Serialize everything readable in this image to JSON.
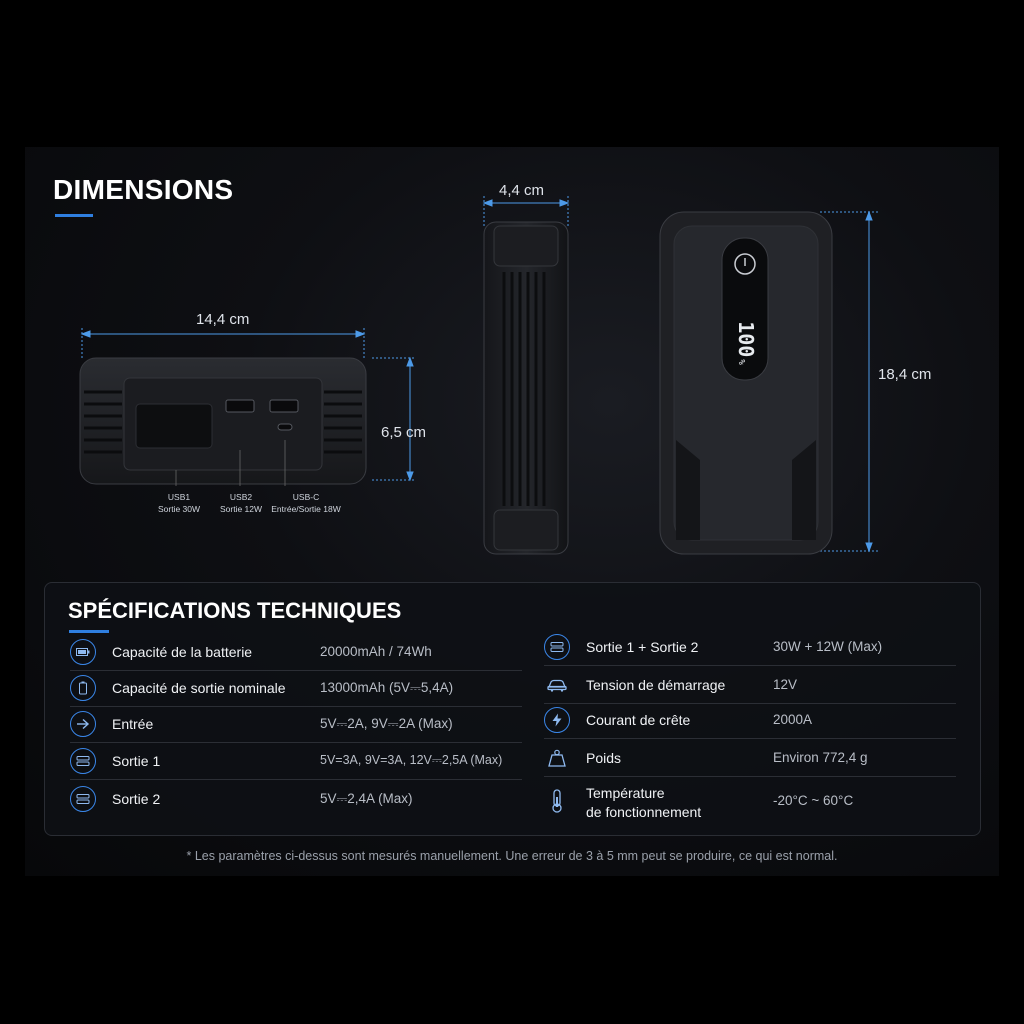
{
  "dimensions": {
    "title": "DIMENSIONS",
    "width": "14,4 cm",
    "height": "6,5 cm",
    "depth": "4,4 cm",
    "length": "18,4 cm",
    "ports": [
      {
        "name": "USB1",
        "desc": "Sortie 30W"
      },
      {
        "name": "USB2",
        "desc": "Sortie 12W"
      },
      {
        "name": "USB-C",
        "desc": "Entrée/Sortie 18W"
      }
    ],
    "display_text": "100",
    "display_unit": "%"
  },
  "specs": {
    "title": "SPÉCIFICATIONS TECHNIQUES",
    "left": [
      {
        "icon": "battery-icon",
        "label": "Capacité de la batterie",
        "value": "20000mAh / 74Wh"
      },
      {
        "icon": "battery-output-icon",
        "label": "Capacité de sortie nominale",
        "value": "13000mAh (5V⎓5,4A)"
      },
      {
        "icon": "arrow-right-icon",
        "label": "Entrée",
        "value": "5V⎓2A, 9V⎓2A (Max)"
      },
      {
        "icon": "usb-port-icon",
        "label": "Sortie 1",
        "value": "5V=3A, 9V=3A, 12V⎓2,5A (Max)"
      },
      {
        "icon": "usb-port-icon",
        "label": "Sortie 2",
        "value": "5V⎓2,4A (Max)"
      }
    ],
    "right": [
      {
        "icon": "usb-port-icon",
        "label": "Sortie 1 + Sortie 2",
        "value": "30W + 12W (Max)"
      },
      {
        "icon": "car-icon",
        "label": "Tension de démarrage",
        "value": "12V"
      },
      {
        "icon": "lightning-icon",
        "label": "Courant de crête",
        "value": "2000A"
      },
      {
        "icon": "weight-icon",
        "label": "Poids",
        "value": "Environ 772,4 g"
      },
      {
        "icon": "thermometer-icon",
        "label": "Température\nde fonctionnement",
        "value": "-20°C ~ 60°C"
      }
    ]
  },
  "note": "* Les paramètres ci-dessus sont mesurés manuellement. Une erreur de 3 à 5 mm peut se produire, ce qui est normal.",
  "colors": {
    "accent": "#2f7fe0",
    "background": "#000000"
  }
}
